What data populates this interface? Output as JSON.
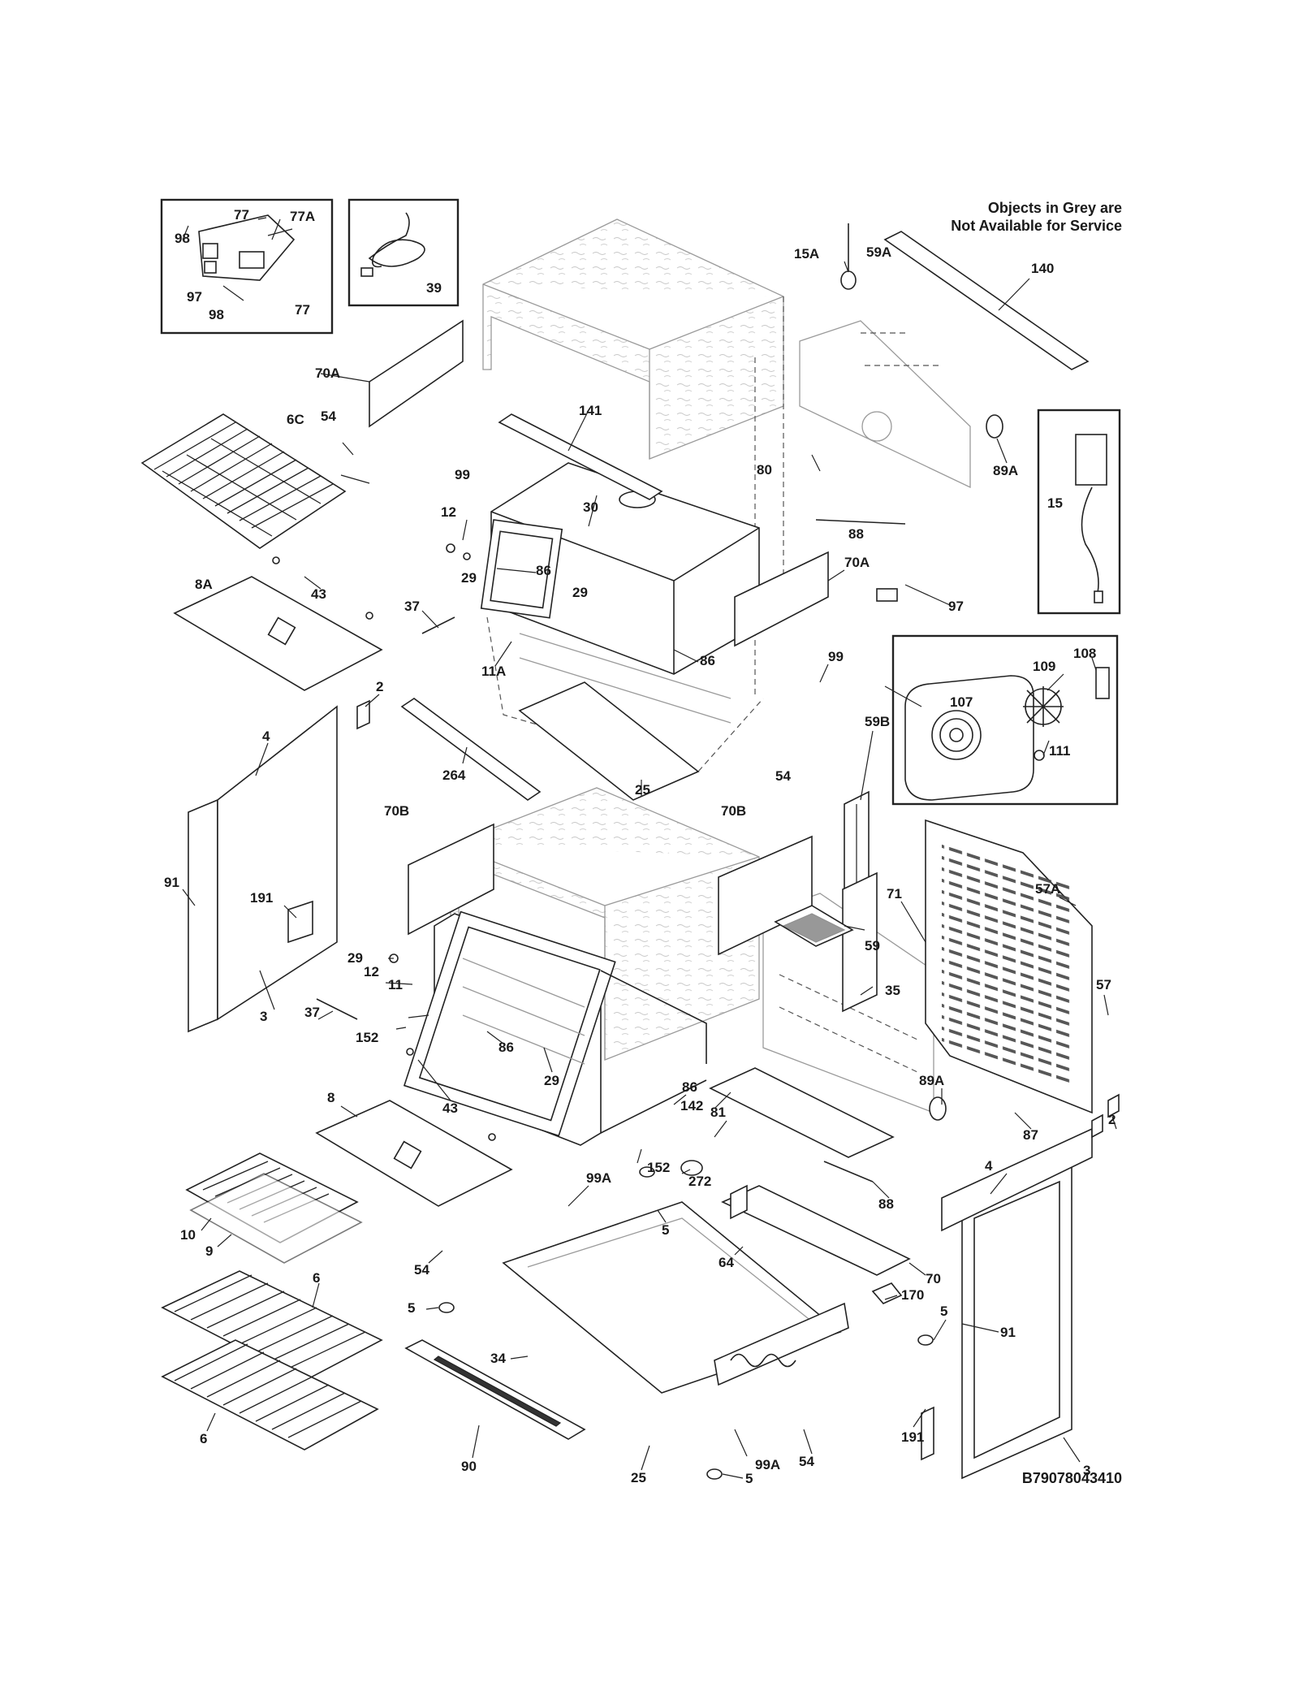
{
  "notice": {
    "line1": "Objects in Grey are",
    "line2": "Not Available for Service"
  },
  "diagram_code": "B79078043410",
  "callouts": [
    {
      "id": "c77a",
      "text": "77"
    },
    {
      "id": "c77b",
      "text": "77A"
    },
    {
      "id": "c98a",
      "text": "98"
    },
    {
      "id": "c97a",
      "text": "97"
    },
    {
      "id": "c98b",
      "text": "98"
    },
    {
      "id": "c77c",
      "text": "77"
    },
    {
      "id": "c39",
      "text": "39"
    },
    {
      "id": "c70a1",
      "text": "70A"
    },
    {
      "id": "c6c",
      "text": "6C"
    },
    {
      "id": "c54a",
      "text": "54"
    },
    {
      "id": "c99a",
      "text": "99"
    },
    {
      "id": "c141",
      "text": "141"
    },
    {
      "id": "c15a",
      "text": "15A"
    },
    {
      "id": "c59a",
      "text": "59A"
    },
    {
      "id": "c140",
      "text": "140"
    },
    {
      "id": "c80",
      "text": "80"
    },
    {
      "id": "c89a1",
      "text": "89A"
    },
    {
      "id": "c88a",
      "text": "88"
    },
    {
      "id": "c15",
      "text": "15"
    },
    {
      "id": "c12a",
      "text": "12"
    },
    {
      "id": "c30",
      "text": "30"
    },
    {
      "id": "c29a",
      "text": "29"
    },
    {
      "id": "c86a",
      "text": "86"
    },
    {
      "id": "c70a2",
      "text": "70A"
    },
    {
      "id": "c8a",
      "text": "8A"
    },
    {
      "id": "c43a",
      "text": "43"
    },
    {
      "id": "c37a",
      "text": "37"
    },
    {
      "id": "c29b",
      "text": "29"
    },
    {
      "id": "c97b",
      "text": "97"
    },
    {
      "id": "c11a",
      "text": "11A"
    },
    {
      "id": "c86b",
      "text": "86"
    },
    {
      "id": "c99b",
      "text": "99"
    },
    {
      "id": "c108",
      "text": "108"
    },
    {
      "id": "c109",
      "text": "109"
    },
    {
      "id": "c2a",
      "text": "2"
    },
    {
      "id": "c107",
      "text": "107"
    },
    {
      "id": "c111",
      "text": "111"
    },
    {
      "id": "c4a",
      "text": "4"
    },
    {
      "id": "c264",
      "text": "264"
    },
    {
      "id": "c54b",
      "text": "54"
    },
    {
      "id": "c59b",
      "text": "59B"
    },
    {
      "id": "c25a",
      "text": "25"
    },
    {
      "id": "c70b1",
      "text": "70B"
    },
    {
      "id": "c70b2",
      "text": "70B"
    },
    {
      "id": "c91a",
      "text": "91"
    },
    {
      "id": "c191a",
      "text": "191"
    },
    {
      "id": "c71",
      "text": "71"
    },
    {
      "id": "c57a",
      "text": "57A"
    },
    {
      "id": "c59",
      "text": "59"
    },
    {
      "id": "c29c",
      "text": "29"
    },
    {
      "id": "c12b",
      "text": "12"
    },
    {
      "id": "c11",
      "text": "11"
    },
    {
      "id": "c3a",
      "text": "3"
    },
    {
      "id": "c35",
      "text": "35"
    },
    {
      "id": "c57",
      "text": "57"
    },
    {
      "id": "c37b",
      "text": "37"
    },
    {
      "id": "c152a",
      "text": "152"
    },
    {
      "id": "c86c",
      "text": "86"
    },
    {
      "id": "c29d",
      "text": "29"
    },
    {
      "id": "c43b",
      "text": "43"
    },
    {
      "id": "c8",
      "text": "8"
    },
    {
      "id": "c86d",
      "text": "86"
    },
    {
      "id": "c142",
      "text": "142"
    },
    {
      "id": "c89a2",
      "text": "89A"
    },
    {
      "id": "c81",
      "text": "81"
    },
    {
      "id": "c152b",
      "text": "152"
    },
    {
      "id": "c87",
      "text": "87"
    },
    {
      "id": "c2b",
      "text": "2"
    },
    {
      "id": "c272",
      "text": "272"
    },
    {
      "id": "c4b",
      "text": "4"
    },
    {
      "id": "c99a1",
      "text": "99A"
    },
    {
      "id": "c88b",
      "text": "88"
    },
    {
      "id": "c5a",
      "text": "5"
    },
    {
      "id": "c10",
      "text": "10"
    },
    {
      "id": "c9",
      "text": "9"
    },
    {
      "id": "c54c",
      "text": "54"
    },
    {
      "id": "c64",
      "text": "64"
    },
    {
      "id": "c70",
      "text": "70"
    },
    {
      "id": "c6a",
      "text": "6"
    },
    {
      "id": "c5b",
      "text": "5"
    },
    {
      "id": "c170",
      "text": "170"
    },
    {
      "id": "c5c",
      "text": "5"
    },
    {
      "id": "c91b",
      "text": "91"
    },
    {
      "id": "c34",
      "text": "34"
    },
    {
      "id": "c191b",
      "text": "191"
    },
    {
      "id": "c6b",
      "text": "6"
    },
    {
      "id": "c90",
      "text": "90"
    },
    {
      "id": "c99a2",
      "text": "99A"
    },
    {
      "id": "c54d",
      "text": "54"
    },
    {
      "id": "c25b",
      "text": "25"
    },
    {
      "id": "c3b",
      "text": "3"
    },
    {
      "id": "c5d",
      "text": "5"
    }
  ]
}
